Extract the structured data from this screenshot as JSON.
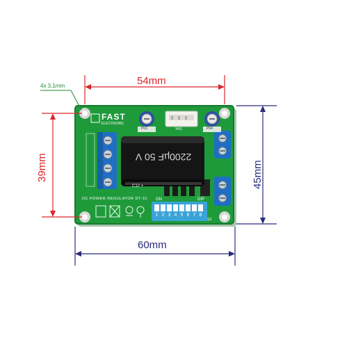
{
  "dimensions": {
    "width_top": "54mm",
    "height_left": "39mm",
    "height_right": "45mm",
    "width_bottom": "60mm",
    "hole_note": "4x 3,1mm"
  },
  "board": {
    "brand": "FAST",
    "brand_sub": "ELECTRONIC",
    "title": "DC POWER REGULATOR  DT-31",
    "cap_label": "2200µF  50 V",
    "cap_ref": "C12 +",
    "dip_on": "ON",
    "dip_label": "DIP",
    "dip_numbers": [
      "1",
      "2",
      "3",
      "4",
      "5",
      "6",
      "7",
      "8"
    ],
    "dip_ref": "S3",
    "trim_left_ref": "P03",
    "trim_right_ref": "P04",
    "connector_ref": "XH1"
  },
  "colors": {
    "pcb": "#1f9a3b",
    "pcb_dark": "#167a2d",
    "terminal": "#1e6fc4",
    "dip": "#3aa3d8",
    "dim_red": "#d9262c",
    "dim_navy": "#2a2a7a",
    "note_green": "#1e8a2e"
  }
}
